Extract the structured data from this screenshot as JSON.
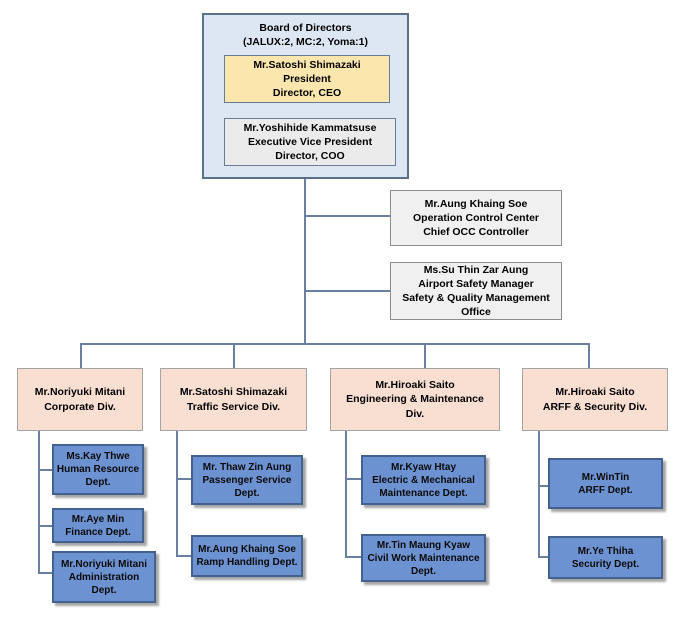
{
  "board": {
    "title": "Board of Directors",
    "composition": "(JALUX:2, MC:2, Yoma:1)",
    "president": [
      "Mr.Satoshi Shimazaki",
      "President",
      "Director, CEO"
    ],
    "vice_president": [
      "Mr.Yoshihide Kammatsuse",
      "Executive Vice President",
      "Director, COO"
    ]
  },
  "staff": [
    [
      "Mr.Aung Khaing Soe",
      "Operation Control Center",
      "Chief OCC Controller"
    ],
    [
      "Ms.Su Thin Zar Aung",
      "Airport Safety Manager",
      "Safety & Quality Management Office"
    ]
  ],
  "divisions": [
    {
      "head": [
        "Mr.Noriyuki Mitani",
        "Corporate Div."
      ],
      "departments": [
        [
          "Ms.Kay Thwe",
          "Human Resource",
          "Dept."
        ],
        [
          "Mr.Aye Min",
          "Finance Dept."
        ],
        [
          "Mr.Noriyuki Mitani",
          "Administration",
          "Dept."
        ]
      ]
    },
    {
      "head": [
        "Mr.Satoshi Shimazaki",
        "Traffic Service Div."
      ],
      "departments": [
        [
          "Mr. Thaw Zin Aung",
          "Passenger Service",
          "Dept."
        ],
        [
          "Mr.Aung Khaing Soe",
          "Ramp Handling Dept."
        ]
      ]
    },
    {
      "head": [
        "Mr.Hiroaki Saito",
        "Engineering & Maintenance",
        "Div."
      ],
      "departments": [
        [
          "Mr.Kyaw Htay",
          "Electric & Mechanical",
          "Maintenance Dept."
        ],
        [
          "Mr.Tin Maung Kyaw",
          "Civil Work Maintenance",
          "Dept."
        ]
      ]
    },
    {
      "head": [
        "Mr.Hiroaki Saito",
        "ARFF & Security Div."
      ],
      "departments": [
        [
          "Mr.WinTin",
          "ARFF Dept."
        ],
        [
          "Mr.Ye Thiha",
          "Security Dept."
        ]
      ]
    }
  ]
}
